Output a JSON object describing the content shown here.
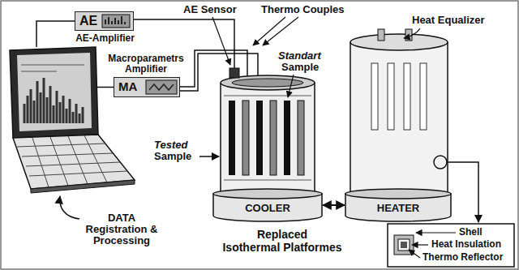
{
  "diagram": {
    "nodes": [
      {
        "text": [
          "DATA Registration & Processing"
        ]
      },
      {
        "text": [
          "AE",
          "AE-Amplifier"
        ]
      },
      {
        "text": [
          "MA",
          "Macroparametrs Amplifier"
        ]
      },
      {
        "text": [
          "COOLER"
        ]
      },
      {
        "text": [
          "HEATER"
        ]
      }
    ],
    "edges": [
      {
        "from": 0,
        "to": 1,
        "arrow": "none"
      },
      {
        "from": 0,
        "to": 2,
        "arrow": "none"
      },
      {
        "from": 3,
        "to": 4,
        "arrow": "both"
      }
    ],
    "labels": [
      "AE Sensor",
      "Thermo Couples",
      "Standart",
      "Sample",
      "Heat Equalizer",
      "Tested",
      "Sample",
      "Replaced",
      "Isothermal Platformes",
      "Shell",
      "Heat Insulation",
      "Thermo Reflector"
    ]
  }
}
